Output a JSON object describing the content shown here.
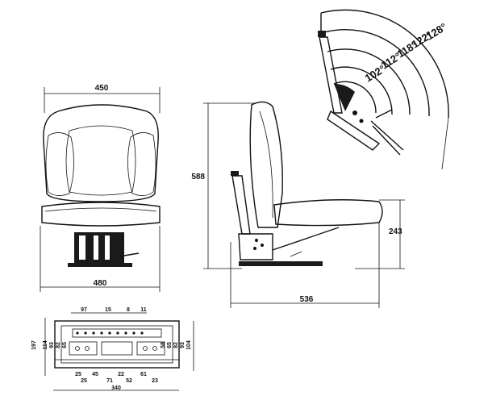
{
  "front_view": {
    "width_top": "450",
    "width_bottom": "480"
  },
  "side_view": {
    "height_total": "588",
    "height_seat": "243",
    "depth": "536"
  },
  "recline_angles": [
    "102°",
    "112°",
    "118°",
    "122°",
    "128°"
  ],
  "mounting_plate": {
    "top_labels": [
      "97",
      "15",
      "8",
      "11"
    ],
    "left_labels": [
      "197",
      "114",
      "93",
      "82",
      "65"
    ],
    "right_labels": [
      "58",
      "65",
      "82",
      "93",
      "104"
    ],
    "bottom_labels_row1": [
      "25",
      "45",
      "22",
      "61"
    ],
    "bottom_labels_row2": [
      "25",
      "71",
      "52",
      "23"
    ],
    "overall_width": "340"
  }
}
